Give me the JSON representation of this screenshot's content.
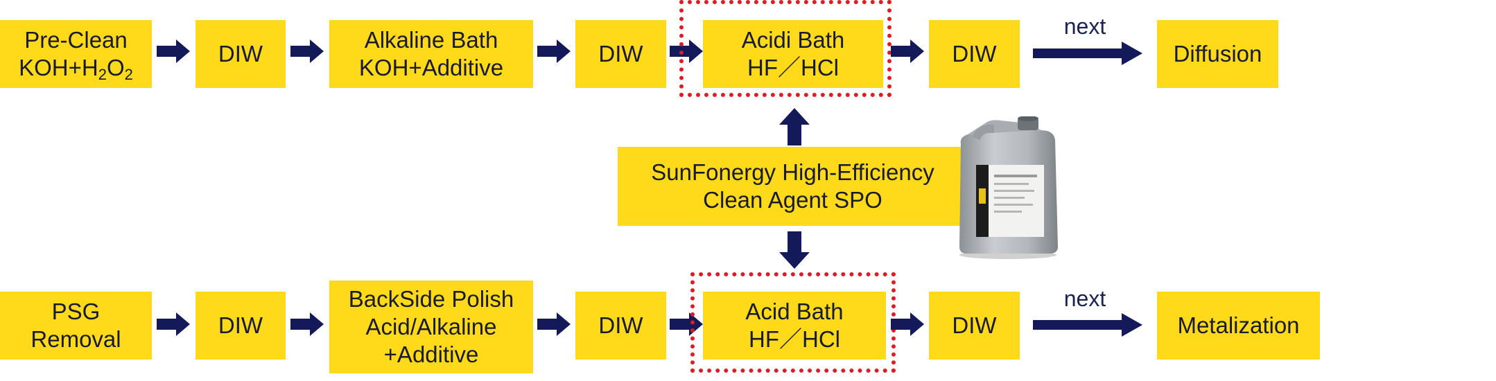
{
  "top_row": {
    "pre_clean_line1": "Pre-Clean",
    "pre_clean_formula": {
      "a": "KOH+H",
      "s1": "2",
      "b": "O",
      "s2": "2"
    },
    "diw1": "DIW",
    "alkaline_line1": "Alkaline Bath",
    "alkaline_line2": "KOH+Additive",
    "diw2": "DIW",
    "acid_line1": "Acidi Bath",
    "acid_line2": "HF／HCl",
    "diw3": "DIW",
    "next": "next",
    "end": "Diffusion"
  },
  "center": {
    "line1": "SunFonergy High-Efficiency",
    "line2": "Clean Agent SPO"
  },
  "bottom_row": {
    "psg_line1": "PSG",
    "psg_line2": "Removal",
    "diw1": "DIW",
    "polish_line1": "BackSide Polish",
    "polish_line2": "Acid/Alkaline",
    "polish_line3": "+Additive",
    "diw2": "DIW",
    "acid_line1": "Acid Bath",
    "acid_line2": "HF／HCl",
    "diw3": "DIW",
    "next": "next",
    "end": "Metalization"
  },
  "colors": {
    "box": "#ffda1a",
    "arrow": "#14195a",
    "highlight": "#e01b24",
    "text": "#1a1a2e"
  }
}
